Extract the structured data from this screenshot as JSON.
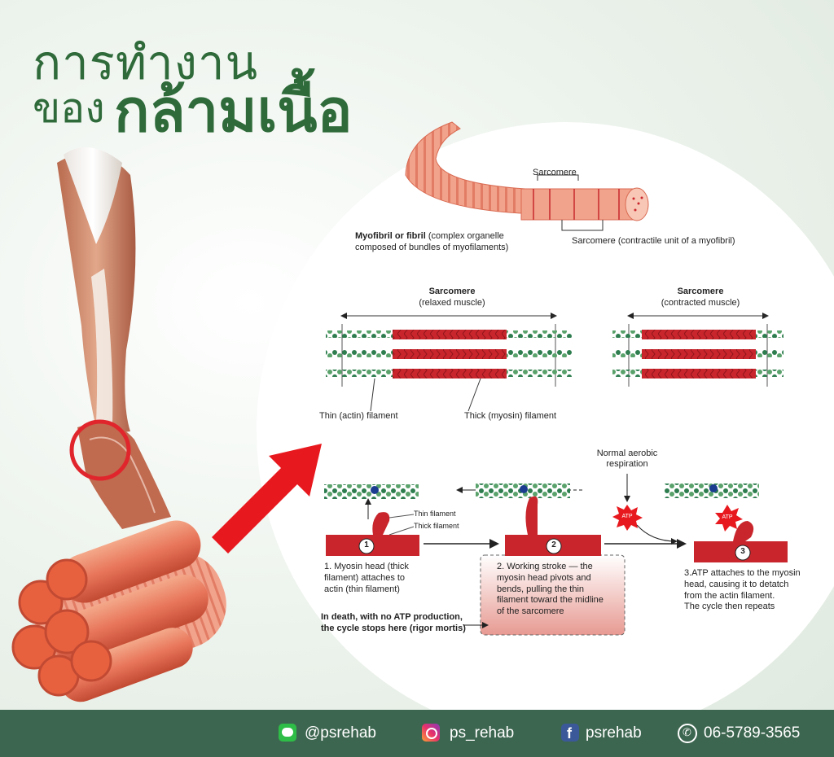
{
  "title": {
    "line1": "การทำงาน",
    "line2a": "ของ",
    "line2b": "กล้ามเนื้อ"
  },
  "diagram": {
    "myofibril_top_label": "Sarcomere",
    "myofibril_label_bold": "Myofibril or fibril",
    "myofibril_label_rest": " (complex organelle",
    "myofibril_label_line2": "composed of bundles of myofilaments)",
    "sarcomere_unit_label": "Sarcomere (contractile unit of a myofibril)",
    "relaxed_title": "Sarcomere",
    "relaxed_sub": "(relaxed muscle)",
    "contracted_title": "Sarcomere",
    "contracted_sub": "(contracted muscle)",
    "thin_label": "Thin (actin) filament",
    "thick_label": "Thick (myosin) filament",
    "aerobic_1": "Normal aerobic",
    "aerobic_2": "respiration",
    "thin_small": "Thin filament",
    "thick_small": "Thick filament",
    "step1_num": "1",
    "step2_num": "2",
    "step3_num": "3",
    "atp": "ATP",
    "step1_text": [
      "1. Myosin head (thick",
      "filament) attaches to",
      "actin (thin filament)"
    ],
    "step2_text": [
      "2. Working stroke — the",
      "myosin head pivots and",
      "bends, pulling the thin",
      "filament toward the midline",
      "of the sarcomere"
    ],
    "step3_text": [
      "3.ATP attaches to the myosin",
      "head, causing it to detatch",
      "from the actin filament.",
      "The cycle then repeats"
    ],
    "death_text": [
      "In death, with no ATP production,",
      "the cycle stops here (rigor mortis)"
    ]
  },
  "footer": {
    "line": "@psrehab",
    "instagram": "ps_rehab",
    "facebook": "psrehab",
    "phone": "06-5789-3565"
  },
  "colors": {
    "brand_green": "#2f6b3a",
    "footer": "#3d6650",
    "muscle_red": "#c8262c",
    "actin_green": "#2e7d4f"
  }
}
